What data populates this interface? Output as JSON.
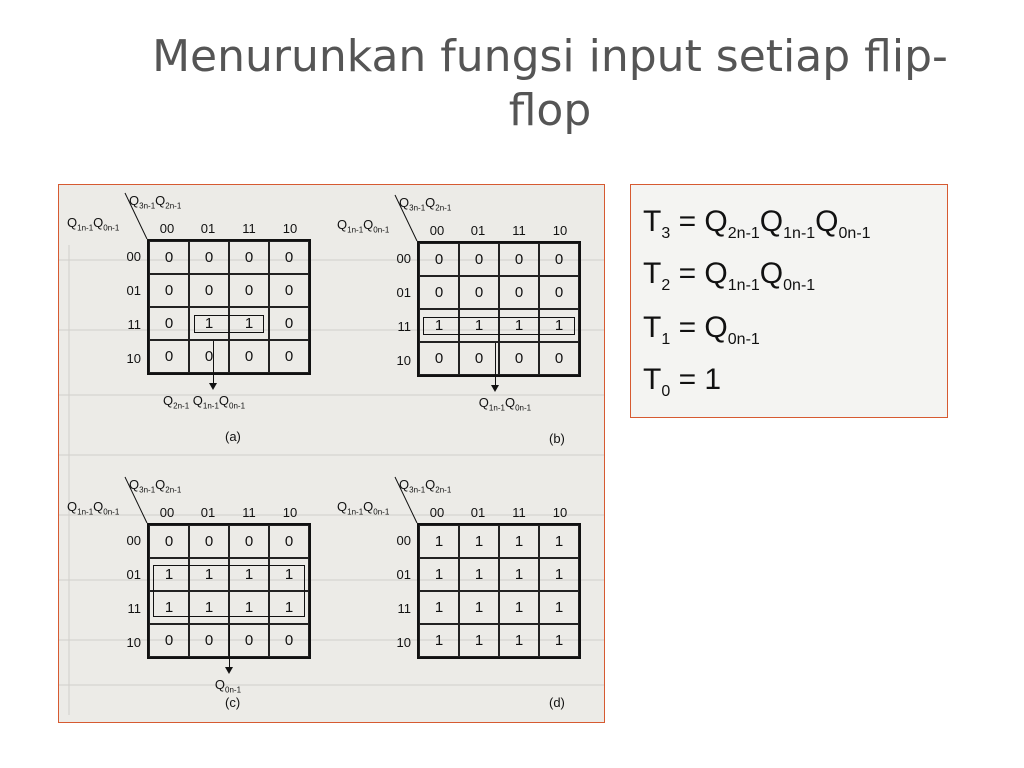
{
  "title": "Menurunkan fungsi input setiap flip-flop",
  "kmap_labels": {
    "top_var": "Q3n-1Q2n-1",
    "side_var": "Q1n-1Q0n-1",
    "columns": [
      "00",
      "01",
      "11",
      "10"
    ],
    "rows": [
      "00",
      "01",
      "11",
      "10"
    ]
  },
  "kmaps": [
    {
      "caption": "(a)",
      "term": "Q2n-1 Q1n-1Q0n-1",
      "cells": [
        [
          "0",
          "0",
          "0",
          "0"
        ],
        [
          "0",
          "0",
          "0",
          "0"
        ],
        [
          "0",
          "1",
          "1",
          "0"
        ],
        [
          "0",
          "0",
          "0",
          "0"
        ]
      ]
    },
    {
      "caption": "(b)",
      "term": "Q1n-1Q0n-1",
      "cells": [
        [
          "0",
          "0",
          "0",
          "0"
        ],
        [
          "0",
          "0",
          "0",
          "0"
        ],
        [
          "1",
          "1",
          "1",
          "1"
        ],
        [
          "0",
          "0",
          "0",
          "0"
        ]
      ]
    },
    {
      "caption": "(c)",
      "term": "Q0n-1",
      "cells": [
        [
          "0",
          "0",
          "0",
          "0"
        ],
        [
          "1",
          "1",
          "1",
          "1"
        ],
        [
          "1",
          "1",
          "1",
          "1"
        ],
        [
          "0",
          "0",
          "0",
          "0"
        ]
      ]
    },
    {
      "caption": "(d)",
      "term": "",
      "cells": [
        [
          "1",
          "1",
          "1",
          "1"
        ],
        [
          "1",
          "1",
          "1",
          "1"
        ],
        [
          "1",
          "1",
          "1",
          "1"
        ],
        [
          "1",
          "1",
          "1",
          "1"
        ]
      ]
    }
  ],
  "equations": [
    "T3 = Q2n-1Q1n-1Q0n-1",
    "T2 = Q1n-1Q0n-1",
    "T1 = Q0n-1",
    "T0 = 1"
  ],
  "colors": {
    "border": "#d65a31",
    "title": "#555555"
  }
}
